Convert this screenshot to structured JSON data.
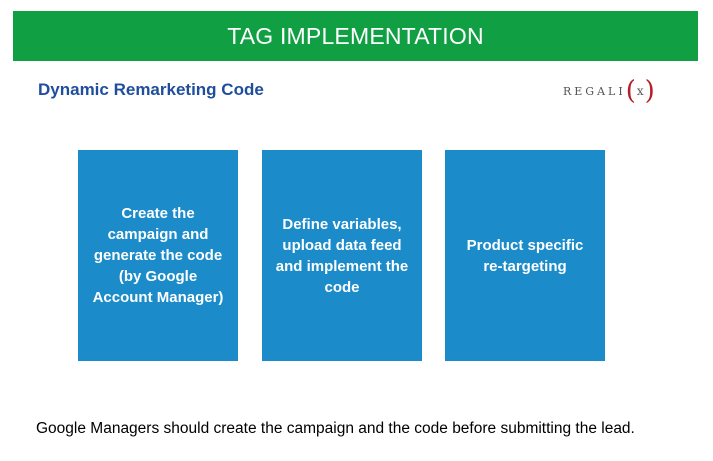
{
  "header": {
    "title": "TAG IMPLEMENTATION",
    "background_color": "#10a043"
  },
  "section": {
    "title": "Dynamic Remarketing Code",
    "title_color": "#1f4e9c"
  },
  "logo": {
    "text": "REGALI",
    "x_letter": "x",
    "paren_open": "(",
    "paren_close": ")",
    "accent_color": "#b4202a"
  },
  "steps": [
    {
      "label": "Create the campaign and generate the code (by Google Account Manager)"
    },
    {
      "label": "Define variables, upload data feed and implement the code"
    },
    {
      "label": "Product specific re-targeting"
    }
  ],
  "step_box_color": "#1b8bc9",
  "footer": {
    "note": "Google Managers should create the campaign and the code before submitting the lead."
  }
}
